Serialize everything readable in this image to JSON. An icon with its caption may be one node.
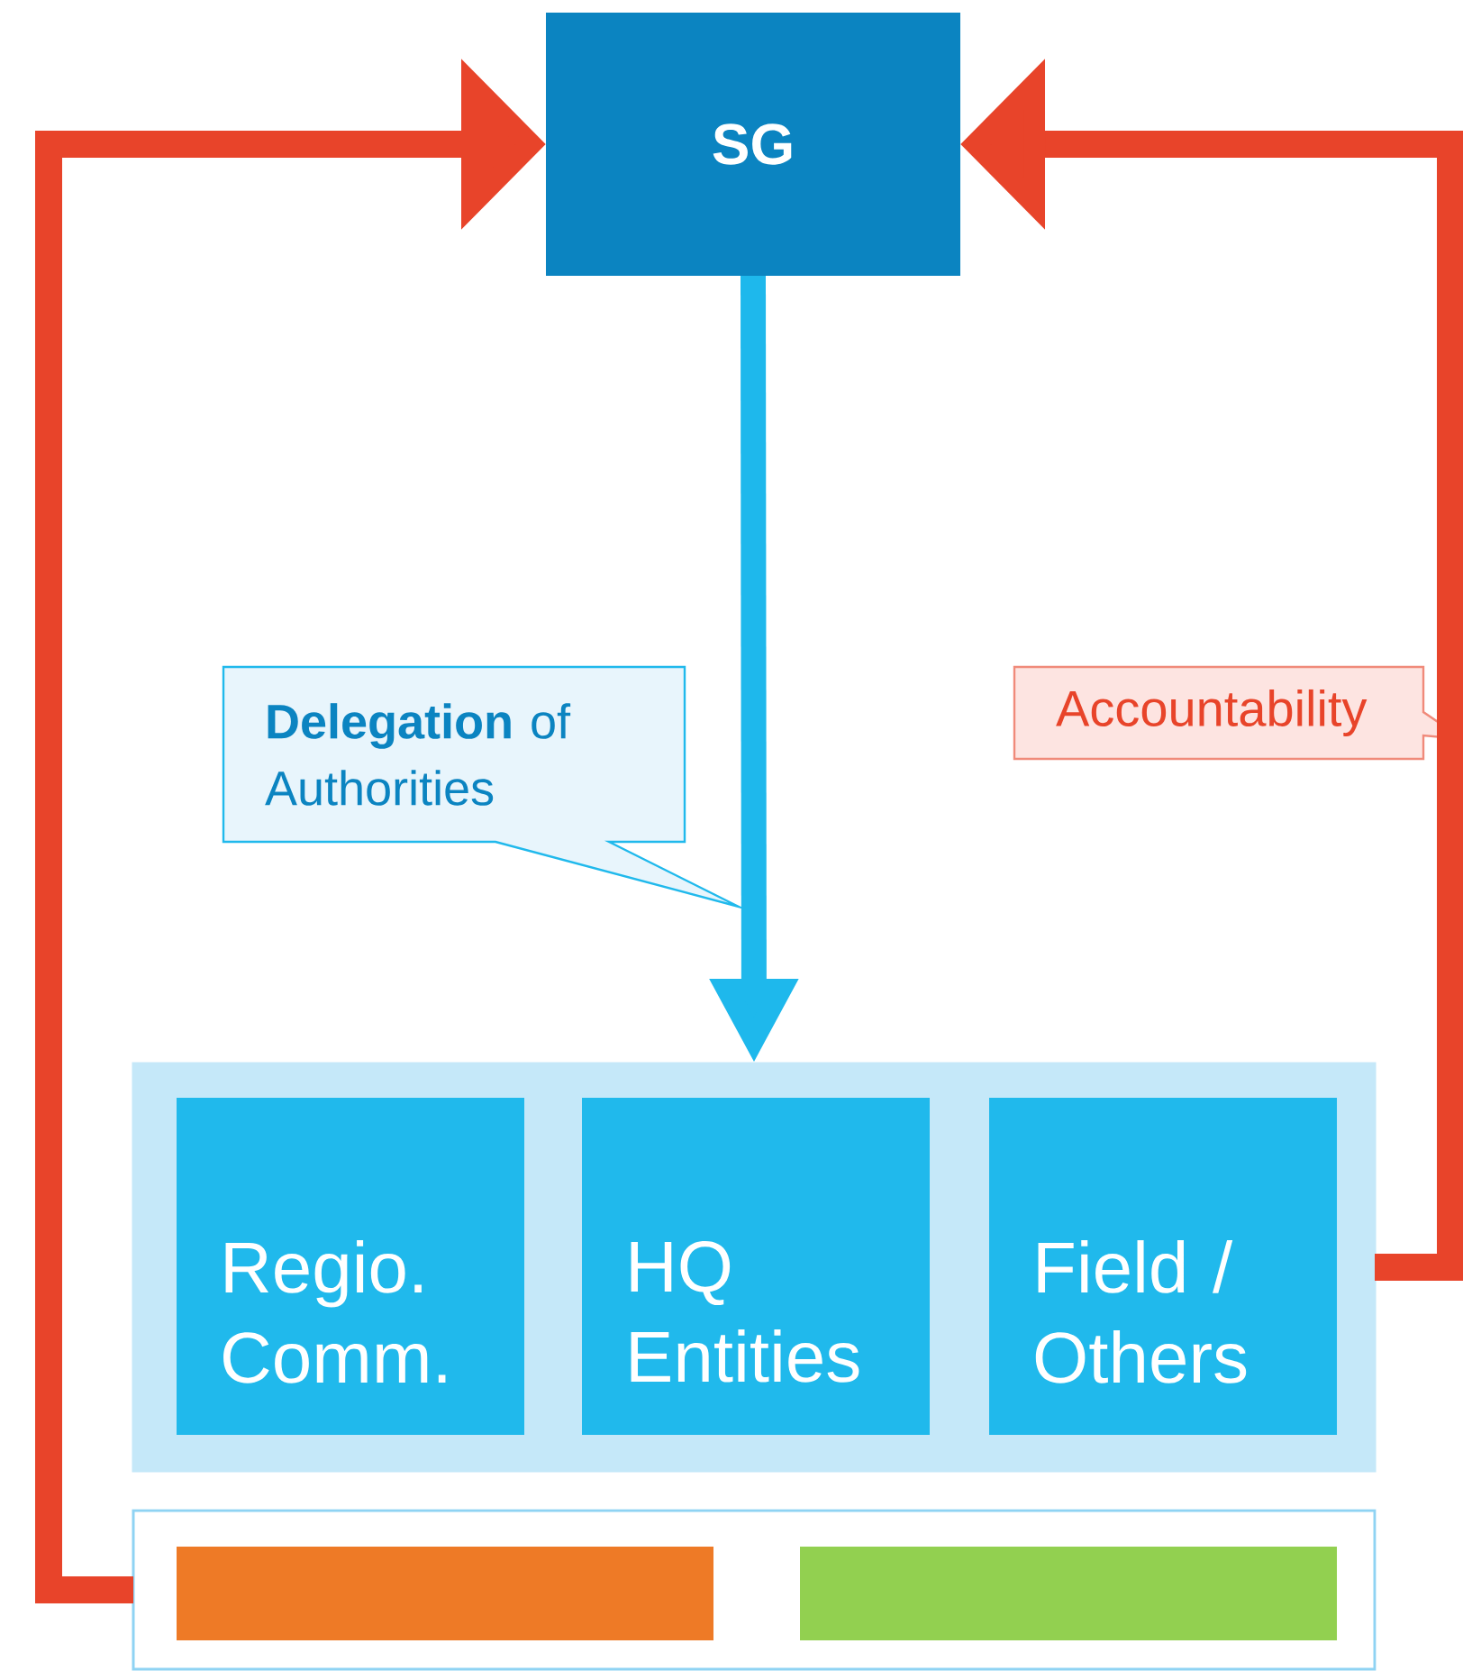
{
  "diagram": {
    "nodes": [
      {
        "text": [
          "SG"
        ]
      },
      {
        "text": [],
        "shape": "box"
      },
      {
        "text": [
          "Regio. Comm."
        ],
        "in": 1
      },
      {
        "text": [
          "HQ Entities"
        ],
        "in": 1
      },
      {
        "text": [
          "Field / Others"
        ],
        "in": 1
      },
      {
        "text": [],
        "shape": "box"
      },
      {
        "text": [],
        "shape": "bar",
        "in": 5
      },
      {
        "text": [],
        "shape": "bar",
        "in": 5
      },
      {
        "text": [
          "**Delegation** of Authorities"
        ]
      },
      {
        "text": [
          "Accountability"
        ]
      }
    ],
    "edges": [
      {
        "from": 0,
        "to": 1,
        "arrow": "to",
        "color": "#1eb8ec"
      },
      {
        "from": 5,
        "to": 0,
        "arrow": "to",
        "color": "#e8442a"
      },
      {
        "from": 1,
        "to": 0,
        "arrow": "to",
        "color": "#e8442a"
      }
    ]
  }
}
